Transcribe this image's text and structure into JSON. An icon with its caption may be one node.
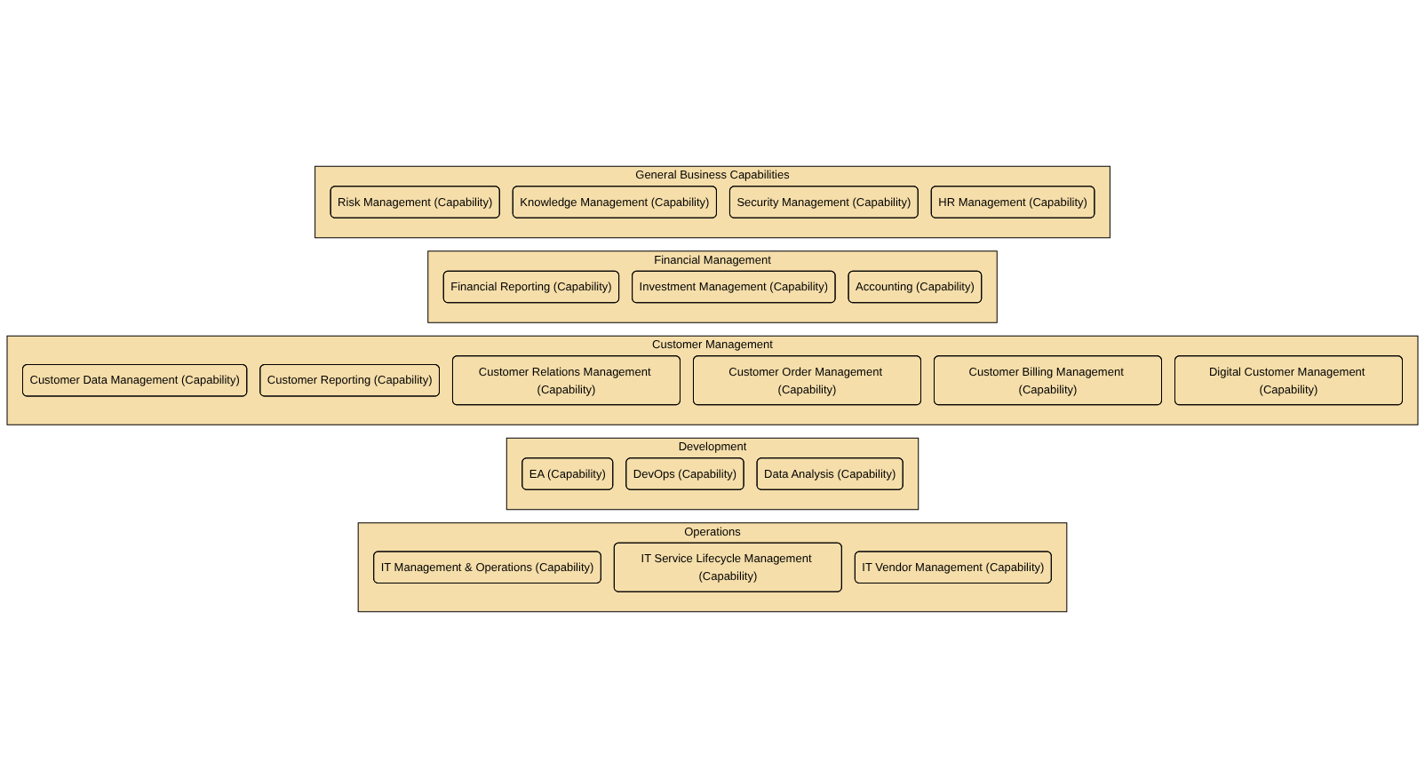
{
  "diagram": {
    "nodes": [
      {
        "text": [
          "General Business Capabilities"
        ]
      },
      {
        "text": [
          "Risk Management (Capability)"
        ],
        "in": 0
      },
      {
        "text": [
          "Knowledge Management (Capability)"
        ],
        "in": 0
      },
      {
        "text": [
          "Security Management (Capability)"
        ],
        "in": 0
      },
      {
        "text": [
          "HR Management (Capability)"
        ],
        "in": 0
      },
      {
        "text": [
          "Financial Management"
        ]
      },
      {
        "text": [
          "Financial Reporting (Capability)"
        ],
        "in": 5
      },
      {
        "text": [
          "Investment Management (Capability)"
        ],
        "in": 5
      },
      {
        "text": [
          "Accounting (Capability)"
        ],
        "in": 5
      },
      {
        "text": [
          "Customer Management"
        ]
      },
      {
        "text": [
          "Customer Data Management (Capability)"
        ],
        "in": 9
      },
      {
        "text": [
          "Customer Reporting (Capability)"
        ],
        "in": 9
      },
      {
        "text": [
          "Customer Relations Management (Capability)"
        ],
        "in": 9
      },
      {
        "text": [
          "Customer Order Management (Capability)"
        ],
        "in": 9
      },
      {
        "text": [
          "Customer Billing Management (Capability)"
        ],
        "in": 9
      },
      {
        "text": [
          "Digital Customer Management (Capability)"
        ],
        "in": 9
      },
      {
        "text": [
          "Development"
        ]
      },
      {
        "text": [
          "EA (Capability)"
        ],
        "in": 16
      },
      {
        "text": [
          "DevOps (Capability)"
        ],
        "in": 16
      },
      {
        "text": [
          "Data Analysis (Capability)"
        ],
        "in": 16
      },
      {
        "text": [
          "Operations"
        ]
      },
      {
        "text": [
          "IT Management & Operations (Capability)"
        ],
        "in": 20
      },
      {
        "text": [
          "IT Service Lifecycle Management (Capability)"
        ],
        "in": 20
      },
      {
        "text": [
          "IT Vendor Management (Capability)"
        ],
        "in": 20
      }
    ],
    "edges": []
  }
}
